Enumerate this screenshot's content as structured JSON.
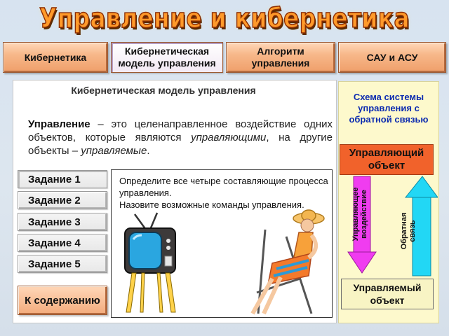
{
  "title": "Управление и кибернетика",
  "tabs": [
    {
      "label": "Кибернетика"
    },
    {
      "label": "Кибернетическая\nмодель управления"
    },
    {
      "label": "Алгоритм\nуправления"
    },
    {
      "label": "САУ и АСУ"
    }
  ],
  "panel": {
    "title": "Кибернетическая модель управления",
    "definition": {
      "term": "Управление",
      "text1": " – это целенаправленное воздействие одних объектов, которые являются ",
      "emph1": "управляющими",
      "text2": ", на другие объекты – ",
      "emph2": "управляемые",
      "text3": "."
    }
  },
  "tasks": [
    {
      "label": "Задание 1"
    },
    {
      "label": "Задание 2"
    },
    {
      "label": "Задание 3"
    },
    {
      "label": "Задание 4"
    },
    {
      "label": "Задание 5"
    }
  ],
  "task_popup": {
    "line1": "Определите все четыре составляющие процесса управления.",
    "line2": "Назовите возможные команды управления."
  },
  "content_button": "К содержанию",
  "schema": {
    "title": "Схема системы управления с обратной связью",
    "control_object": "Управляющий объект",
    "controlled_object": "Управляемый объект",
    "control_action": "Управляющее\nвоздействие",
    "feedback": "Обратная\nсвязь"
  },
  "colors": {
    "title_orange": "#ff9a2a",
    "tab_orange": "#f3ab7c",
    "control_box": "#f1622b",
    "magenta_arrow": "#f03cf0",
    "cyan_arrow": "#22d7f5",
    "schema_bg": "#fdf9cc",
    "schema_title": "#0c2bb0"
  }
}
